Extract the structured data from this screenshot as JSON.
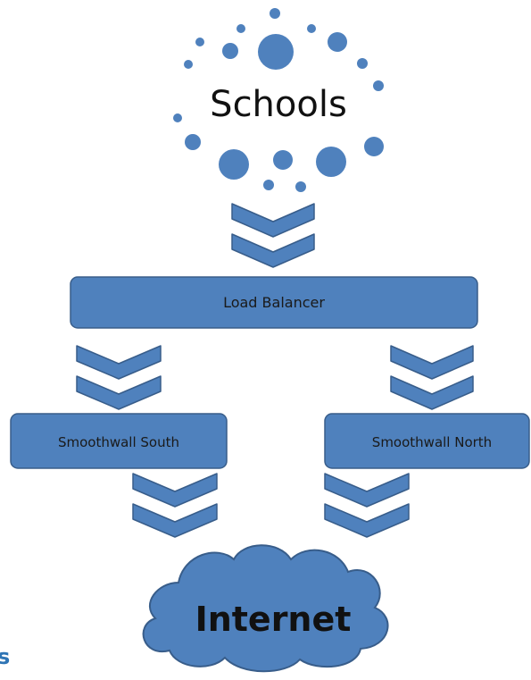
{
  "diagram": {
    "schools_label": "Schools",
    "load_balancer_label": "Load Balancer",
    "smoothwall_south_label": "Smoothwall South",
    "smoothwall_north_label": "Smoothwall North",
    "internet_label": "Internet",
    "edge_fragment": "s"
  },
  "colors": {
    "fill": "#4f81bd",
    "stroke": "#385d8a",
    "edge_text": "#2f75b5"
  },
  "icons": {
    "dots": "dot-cluster",
    "arrows": "chevron-down-icon",
    "cloud": "cloud-icon"
  }
}
